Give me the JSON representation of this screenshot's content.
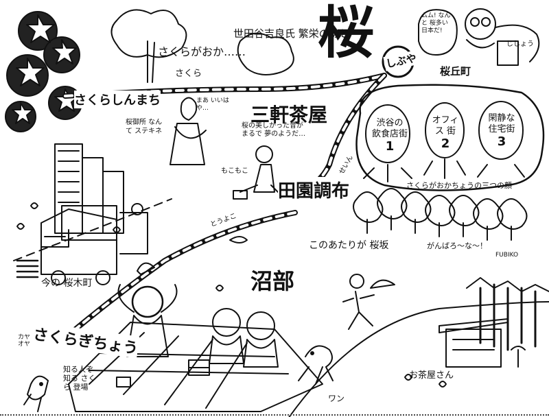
{
  "map": {
    "big_title": "桜",
    "title_stamp": "しぶや",
    "sakuragaoka_line": "さくらがおか……",
    "sakura_word": "さくら",
    "setagaya_note": "世田谷吉良氏 繁栄のあと",
    "sakurashinmachi": "さくらしんまち",
    "sanken_chaya": "三軒茶屋",
    "denenchofu": "田園調布",
    "numabe": "沼部",
    "sakuragicho": "さくらぎちょう",
    "sakuragaoka_cho": "桜丘町",
    "imano_sakuragicho": "今の 桜木町",
    "sakurazaka_note": "このあたりが 桜坂",
    "chaya_san": "お茶屋さん",
    "wan": "ワン",
    "fubiko": "FUBIKO",
    "geshou": "じしょう",
    "seishin": "せいん",
    "toyoko": "とうよこ",
    "mokomoko": "もこもこ",
    "ganbaro": "がんばろ～な～！",
    "sanzu_label": "さくらがおかちょうの三つの顔",
    "oshizaka_note": "桜の美しかった昔が まるで 夢のようだ…",
    "kokusho_note": "桜御所 なんて ステキネ",
    "maa_note": "まあ いいはや…",
    "muu_note": "ムム! なんと 桜多い 日本だ!",
    "shiru_note": "知る人ぞ知る さくら 登場",
    "kaya_note": "カヤ オヤ"
  },
  "faces": [
    {
      "label": "渋谷の 飲食店街",
      "number": "1"
    },
    {
      "label": "オフィス 街",
      "number": "2"
    },
    {
      "label": "閑静な 住宅街",
      "number": "3"
    }
  ]
}
